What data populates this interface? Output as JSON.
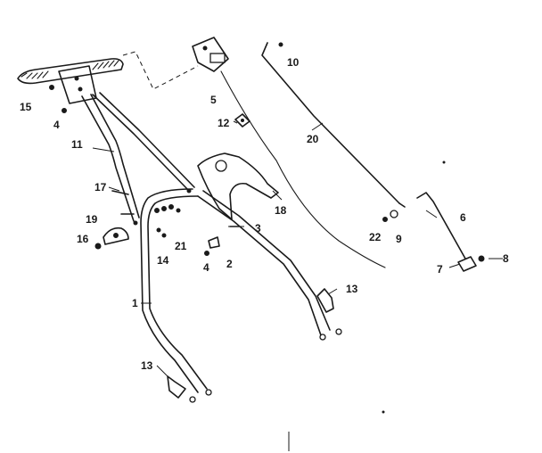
{
  "diagram": {
    "callouts": {
      "c1": "1",
      "c2": "2",
      "c3": "3",
      "c4a": "4",
      "c4b": "4",
      "c5": "5",
      "c6": "6",
      "c7": "7",
      "c8": "8",
      "c9": "9",
      "c10": "10",
      "c11": "11",
      "c12": "12",
      "c13a": "13",
      "c13b": "13",
      "c14": "14",
      "c15": "15",
      "c16": "16",
      "c17": "17",
      "c18": "18",
      "c19": "19",
      "c20": "20",
      "c21": "21",
      "c22": "22"
    }
  },
  "colors": {
    "ink": "#1a1a1a",
    "paper": "#ffffff"
  }
}
